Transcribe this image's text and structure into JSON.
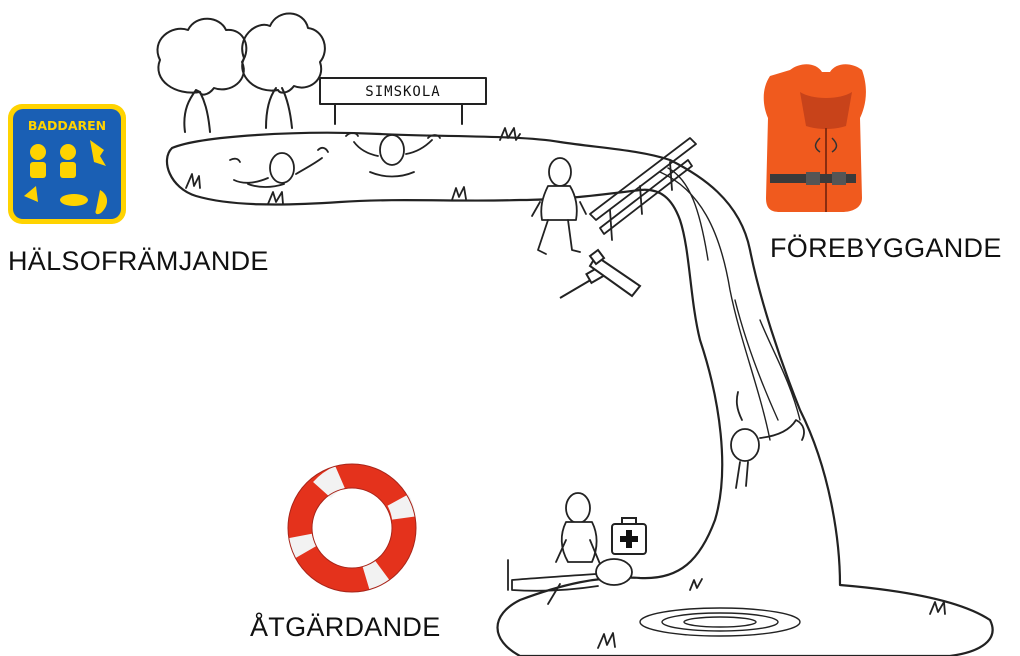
{
  "labels": {
    "health_promoting": "HÄLSOFRÄMJANDE",
    "preventive": "FÖREBYGGANDE",
    "remedial": "ÅTGÄRDANDE"
  },
  "sign": {
    "text": "SIMSKOLA"
  },
  "logo": {
    "text": "BADDAREN",
    "colors": {
      "background": "#1a5fb4",
      "foreground": "#ffd300"
    }
  },
  "icons": {
    "life_jacket": {
      "name": "life-jacket-icon",
      "color": "#f05a1e"
    },
    "life_buoy": {
      "name": "life-buoy-icon",
      "color": "#e4321c"
    },
    "first_aid_kit": {
      "name": "first-aid-kit-icon"
    },
    "hammer": {
      "name": "hammer-icon"
    },
    "saw": {
      "name": "saw-icon"
    }
  }
}
